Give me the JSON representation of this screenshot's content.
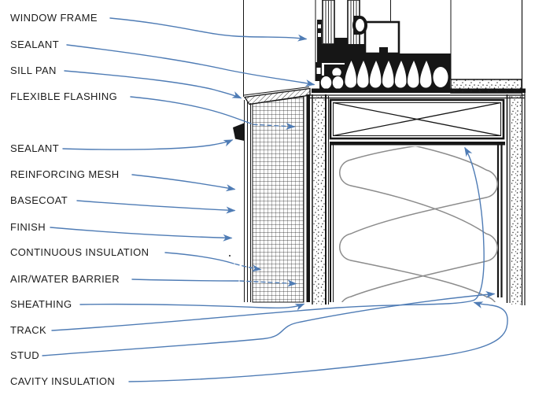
{
  "diagram": {
    "type": "architectural-window-sill-detail",
    "labels": [
      {
        "id": "window-frame",
        "text": "WINDOW FRAME"
      },
      {
        "id": "sealant-top",
        "text": "SEALANT"
      },
      {
        "id": "sill-pan",
        "text": "SILL PAN"
      },
      {
        "id": "flexible-flashing",
        "text": "FLEXIBLE FLASHING"
      },
      {
        "id": "sealant-lower",
        "text": "SEALANT"
      },
      {
        "id": "reinforcing-mesh",
        "text": "REINFORCING MESH"
      },
      {
        "id": "basecoat",
        "text": "BASECOAT"
      },
      {
        "id": "finish",
        "text": "FINISH"
      },
      {
        "id": "continuous-insulation",
        "text": "CONTINUOUS INSULATION"
      },
      {
        "id": "air-water-barrier",
        "text": "AIR/WATER BARRIER"
      },
      {
        "id": "sheathing",
        "text": "SHEATHING"
      },
      {
        "id": "track",
        "text": "TRACK"
      },
      {
        "id": "stud",
        "text": "STUD"
      },
      {
        "id": "cavity-insulation",
        "text": "CAVITY INSULATION"
      }
    ],
    "colors": {
      "leader_line": "#4f7cb5",
      "linework": "#161616",
      "batt_insulation_gray": "#8c8c8c",
      "background": "#ffffff"
    }
  }
}
